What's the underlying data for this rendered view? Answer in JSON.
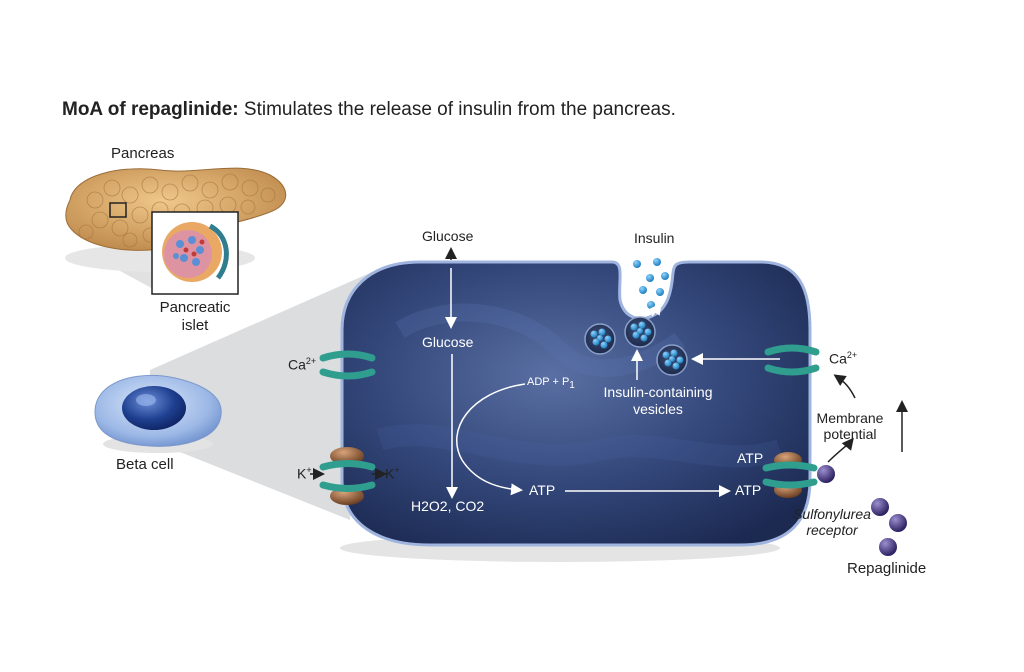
{
  "title": {
    "bold": "MoA of repaglinide:",
    "rest": "Stimulates the release of insulin from the pancreas."
  },
  "labels": {
    "pancreas": "Pancreas",
    "pancreatic_islet": "Pancreatic islet",
    "beta_cell": "Beta cell",
    "glucose_outside": "Glucose",
    "glucose_inside": "Glucose",
    "insulin": "Insulin",
    "insulin_vesicles": "Insulin-containing vesicles",
    "adp_pi": "ADP + P",
    "adp_pi_sub": "1",
    "atp_center": "ATP",
    "atp_right_lower": "ATP",
    "atp_right_upper": "ATP",
    "h2o2_co2": "H2O2, CO2",
    "ca_left": "Ca",
    "ca_left_sup": "2+",
    "ca_right": "Ca",
    "ca_right_sup": "2+",
    "k_left": "K",
    "k_right": "K",
    "k_sup": "+",
    "membrane_potential": "Membrane potential",
    "sulfonylurea_receptor": "Sulfonylurea receptor",
    "repaglinide": "Repaglinide"
  },
  "colors": {
    "cell_fill": "#2c3f6e",
    "cell_edge": "#7d93c2",
    "channel_teal": "#2f9e8f",
    "k_channel_brown": "#8a5a36",
    "vesicle_blue": "#2d8fcf",
    "drug_purple": "#3b2f6b",
    "pancreas_tan": "#c99a5b"
  }
}
